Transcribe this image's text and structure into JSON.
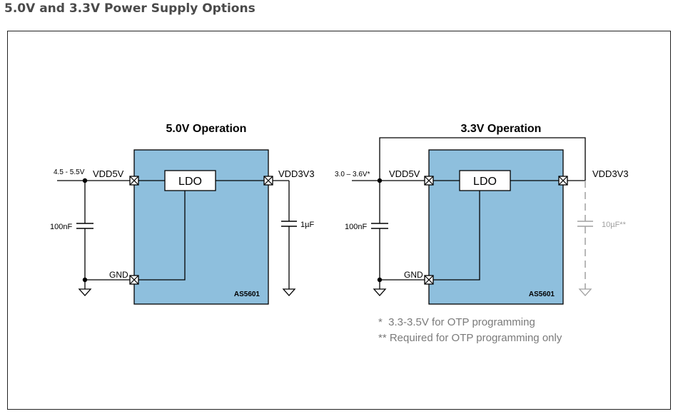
{
  "figure": {
    "title": "5.0V and 3.3V Power Supply Options"
  },
  "left_circuit": {
    "heading": "5.0V Operation",
    "input_range": "4.5 - 5.5V",
    "pin_vdd5v": "VDD5V",
    "pin_vdd3v3": "VDD3V3",
    "pin_gnd": "GND",
    "ldo_label": "LDO",
    "chip_name": "AS5601",
    "cap_input": "100nF",
    "cap_output": "1µF"
  },
  "right_circuit": {
    "heading": "3.3V Operation",
    "input_range": "3.0 – 3.6V*",
    "pin_vdd5v": "VDD5V",
    "pin_vdd3v3": "VDD3V3",
    "pin_gnd": "GND",
    "ldo_label": "LDO",
    "chip_name": "AS5601",
    "cap_input": "100nF",
    "cap_output": "10µF**"
  },
  "notes": {
    "note1": "*  3.3-3.5V for OTP programming",
    "note2": "** Required for OTP programming only"
  },
  "colors": {
    "chip_fill": "#8ebfdd",
    "title_text": "#4a4a4a",
    "note_text": "#7a7a7a",
    "optional_cap": "#a0a0a0"
  }
}
